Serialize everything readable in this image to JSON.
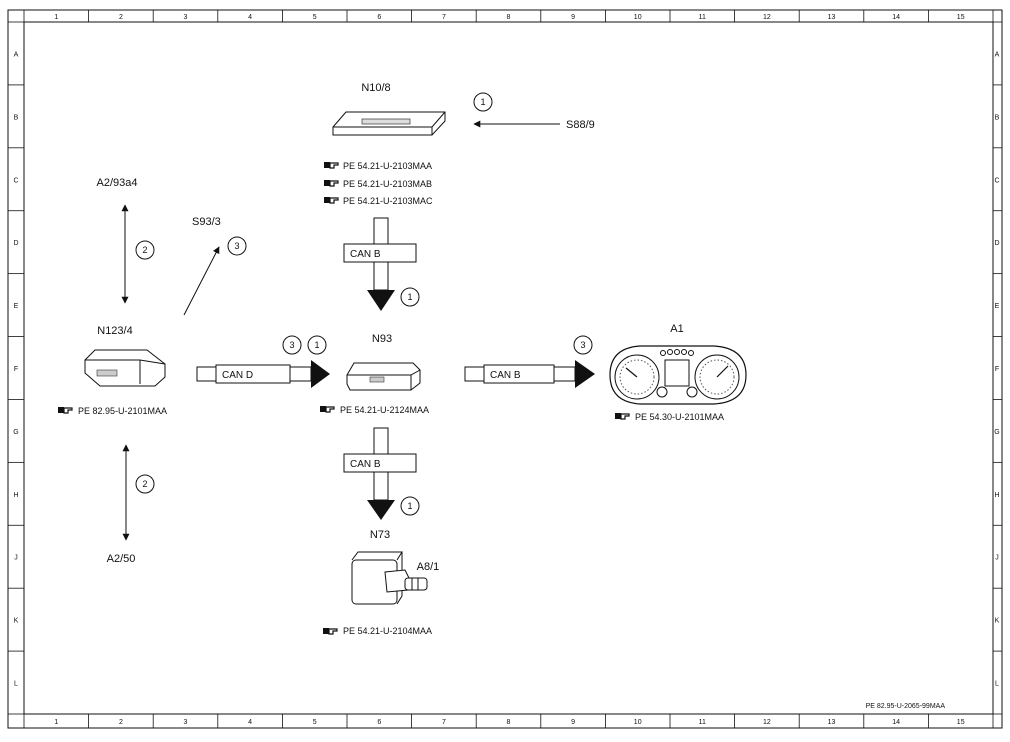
{
  "ruler": {
    "columns": [
      "1",
      "2",
      "3",
      "4",
      "5",
      "6",
      "7",
      "8",
      "9",
      "10",
      "11",
      "12",
      "13",
      "14",
      "15"
    ],
    "rows": [
      "A",
      "B",
      "C",
      "D",
      "E",
      "F",
      "G",
      "H",
      "J",
      "K",
      "L"
    ]
  },
  "components": {
    "n10_8": {
      "label": "N10/8",
      "refs": [
        "PE 54.21-U-2103MAA",
        "PE 54.21-U-2103MAB",
        "PE 54.21-U-2103MAC"
      ]
    },
    "s88_9": {
      "label": "S88/9"
    },
    "a2_93a4": {
      "label": "A2/93a4"
    },
    "s93_3": {
      "label": "S93/3"
    },
    "n123_4": {
      "label": "N123/4",
      "ref": "PE 82.95-U-2101MAA"
    },
    "n93": {
      "label": "N93",
      "ref": "PE 54.21-U-2124MAA"
    },
    "a1": {
      "label": "A1",
      "ref": "PE 54.30-U-2101MAA"
    },
    "a2_50": {
      "label": "A2/50"
    },
    "n73": {
      "label": "N73",
      "ref": "PE 54.21-U-2104MAA"
    },
    "a8_1": {
      "label": "A8/1"
    }
  },
  "bus": {
    "can_b_top": "CAN B",
    "can_d": "CAN D",
    "can_b_right": "CAN B",
    "can_b_bottom": "CAN B"
  },
  "markers": {
    "s88_9": "1",
    "a2_93a4": "2",
    "s93_3": "3",
    "can_b_top": "1",
    "can_d_a": "3",
    "can_d_b": "1",
    "can_b_right": "3",
    "a2_50": "2",
    "can_b_bottom": "1"
  },
  "footer": {
    "doc_ref": "PE 82.95-U-2065-99MAA"
  }
}
